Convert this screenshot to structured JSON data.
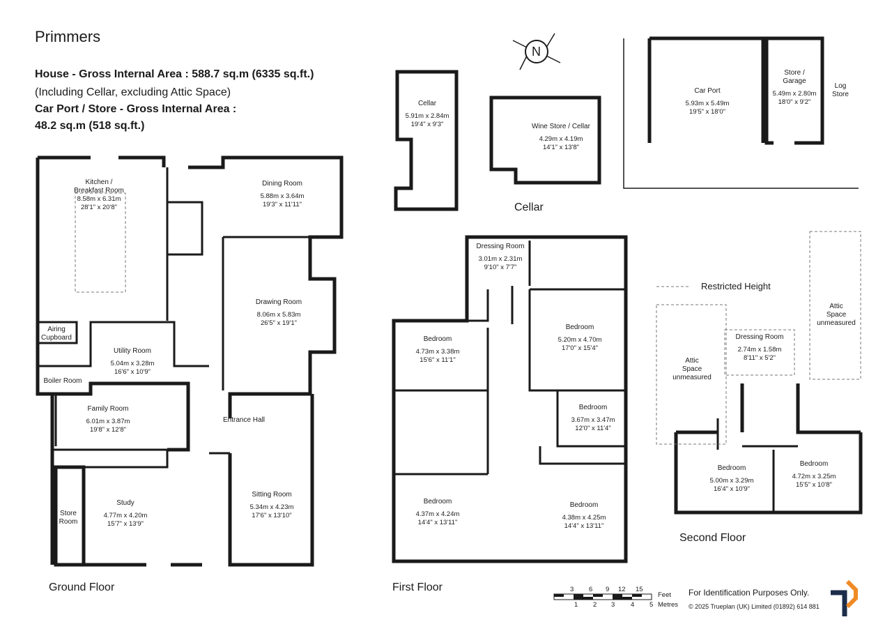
{
  "title": "Primmers",
  "areas": {
    "house_line": "House - Gross Internal Area  :  588.7 sq.m   (6335 sq.ft.)",
    "house_note": "(Including Cellar, excluding Attic Space)",
    "carport_line1": "Car Port / Store - Gross Internal Area  :",
    "carport_line2": "48.2 sq.m   (518 sq.ft.)"
  },
  "compass": "N",
  "floors": {
    "ground": "Ground Floor",
    "first": "First Floor",
    "second": "Second Floor",
    "cellar": "Cellar"
  },
  "rooms": {
    "kitchen": {
      "name1": "Kitchen /",
      "name2": "Breakfast Room",
      "m": "8.58m  x  6.31m",
      "ft": "28'1\"  x  20'8\""
    },
    "dining": {
      "name": "Dining Room",
      "m": "5.88m  x  3.64m",
      "ft": "19'3\"  x  11'11\""
    },
    "drawing": {
      "name": "Drawing Room",
      "m": "8.06m  x  5.83m",
      "ft": "26'5\"  x  19'1\""
    },
    "airing": {
      "name1": "Airing",
      "name2": "Cupboard"
    },
    "utility": {
      "name": "Utility Room",
      "m": "5.04m  x  3.28m",
      "ft": "16'6\"  x  10'9\""
    },
    "boiler": {
      "name": "Boiler Room"
    },
    "family": {
      "name": "Family Room",
      "m": "6.01m  x  3.87m",
      "ft": "19'8\"  x  12'8\""
    },
    "entrance": {
      "name": "Entrance Hall"
    },
    "store": {
      "name1": "Store",
      "name2": "Room"
    },
    "study": {
      "name": "Study",
      "m": "4.77m  x  4.20m",
      "ft": "15'7\"  x  13'9\""
    },
    "sitting": {
      "name": "Sitting Room",
      "m": "5.34m  x  4.23m",
      "ft": "17'6\"  x  13'10\""
    },
    "cellar": {
      "name": "Cellar",
      "m": "5.91m  x  2.84m",
      "ft": "19'4\"  x  9'3\""
    },
    "wine": {
      "name": "Wine Store / Cellar",
      "m": "4.29m  x  4.19m",
      "ft": "14'1\"  x  13'8\""
    },
    "carport": {
      "name": "Car Port",
      "m": "5.93m  x  5.49m",
      "ft": "19'5\"  x  18'0\""
    },
    "garage": {
      "name1": "Store /",
      "name2": "Garage",
      "m": "5.49m  x  2.80m",
      "ft": "18'0\"  x  9'2\""
    },
    "logstore": {
      "name1": "Log",
      "name2": "Store"
    },
    "dressing1": {
      "name": "Dressing Room",
      "m": "3.01m  x  2.31m",
      "ft": "9'10\"  x  7'7\""
    },
    "bed1": {
      "name": "Bedroom",
      "m": "4.73m  x  3.38m",
      "ft": "15'6\"  x  11'1\""
    },
    "bed2": {
      "name": "Bedroom",
      "m": "5.20m  x  4.70m",
      "ft": "17'0\"  x  15'4\""
    },
    "bed3": {
      "name": "Bedroom",
      "m": "3.67m  x  3.47m",
      "ft": "12'0\"  x  11'4\""
    },
    "bed4": {
      "name": "Bedroom",
      "m": "4.37m  x  4.24m",
      "ft": "14'4\"  x  13'11\""
    },
    "bed5": {
      "name": "Bedroom",
      "m": "4.38m  x  4.25m",
      "ft": "14'4\"  x  13'11\""
    },
    "restricted": {
      "name": "Restricted Height"
    },
    "attic1": {
      "name1": "Attic",
      "name2": "Space",
      "name3": "unmeasured"
    },
    "attic2": {
      "name1": "Attic",
      "name2": "Space",
      "name3": "unmeasured"
    },
    "dressing2": {
      "name": "Dressing Room",
      "m": "2.74m  x  1.58m",
      "ft": "8'11\"  x  5'2\""
    },
    "bed6": {
      "name": "Bedroom",
      "m": "5.00m  x  3.29m",
      "ft": "16'4\"  x  10'9\""
    },
    "bed7": {
      "name": "Bedroom",
      "m": "4.72m  x  3.25m",
      "ft": "15'5\"  x  10'8\""
    }
  },
  "scale": {
    "feet_ticks": [
      "3",
      "6",
      "9",
      "12",
      "15"
    ],
    "metre_ticks": [
      "1",
      "2",
      "3",
      "4",
      "5"
    ],
    "feet_label": "Feet",
    "metres_label": "Metres"
  },
  "footer": {
    "disclaimer": "For Identification Purposes Only.",
    "copyright": "©  2025 Trueplan (UK) Limited  (01892) 614 881"
  },
  "colors": {
    "wall": "#1a1a1a",
    "accent": "#f08a24",
    "logo": "#1c2d4a"
  }
}
